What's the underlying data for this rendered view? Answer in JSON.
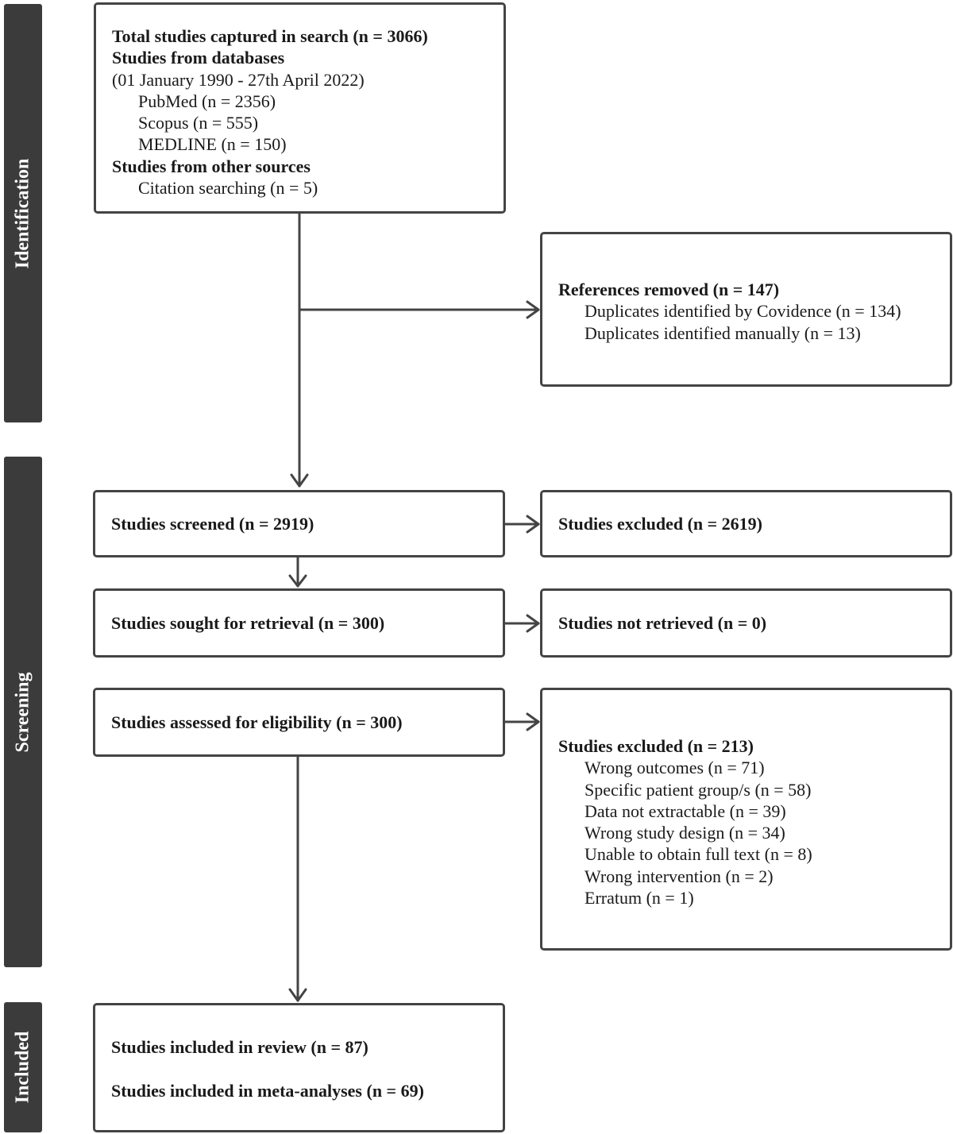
{
  "phases": {
    "identification": "Identification",
    "screening": "Screening",
    "included": "Included"
  },
  "search_box": {
    "total": "Total studies captured in search (n = 3066)",
    "databases_heading": "Studies from databases",
    "date_range": "(01 January 1990 - 27th April 2022)",
    "pubmed": "PubMed (n = 2356)",
    "scopus": "Scopus (n = 555)",
    "medline": "MEDLINE (n = 150)",
    "other_heading": "Studies from other sources",
    "citation": "Citation searching (n = 5)"
  },
  "removed_box": {
    "heading": "References removed (n = 147)",
    "covidence": "Duplicates identified by Covidence (n = 134)",
    "manual": "Duplicates identified manually (n = 13)"
  },
  "screened": "Studies screened (n = 2919)",
  "excluded_screen": "Studies excluded (n = 2619)",
  "sought": "Studies sought for retrieval (n = 300)",
  "not_retrieved": "Studies not retrieved (n = 0)",
  "assessed": "Studies assessed for eligibility (n = 300)",
  "excluded_full": {
    "heading": "Studies excluded (n = 213)",
    "reasons": [
      "Wrong outcomes (n = 71)",
      "Specific patient group/s (n = 58)",
      "Data not extractable (n = 39)",
      "Wrong study design (n = 34)",
      "Unable to obtain full text (n = 8)",
      "Wrong intervention (n = 2)",
      "Erratum (n = 1)"
    ]
  },
  "included_box": {
    "review": "Studies included in review (n = 87)",
    "meta": "Studies included in meta-analyses (n = 69)"
  }
}
